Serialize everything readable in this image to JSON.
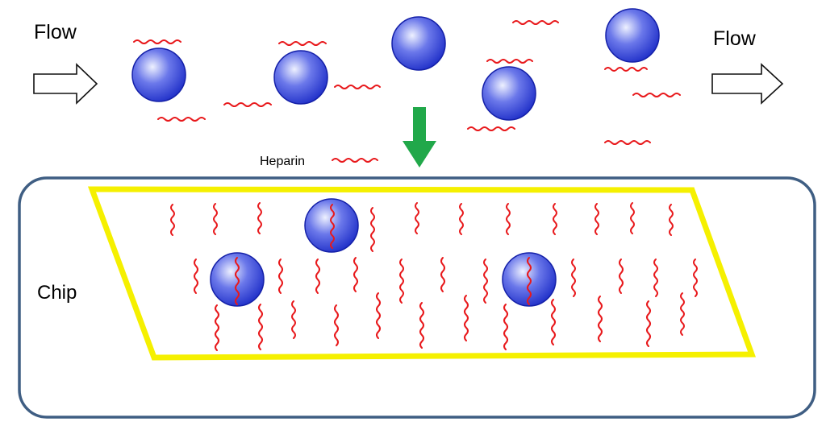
{
  "labels": {
    "flow_in": "Flow",
    "flow_out": "Flow",
    "heparin_legend": "Heparin",
    "chip": "Chip"
  },
  "colors": {
    "heparin": "#e8191c",
    "sphere_light": "#eef1ff",
    "sphere_mid": "#6b78ea",
    "sphere_dark": "#1f2fc8",
    "sphere_stroke": "#1420a8",
    "chip_border": "#3f5e83",
    "sensor_surface": "#f5f000",
    "down_arrow": "#21a84a",
    "flow_arrow_stroke": "#111111"
  },
  "icons": {
    "flow_arrow": "hollow-right-arrow-icon",
    "injection_arrow": "green-down-arrow-icon",
    "particle": "blue-sphere-icon",
    "heparin": "red-wavy-line-icon"
  }
}
